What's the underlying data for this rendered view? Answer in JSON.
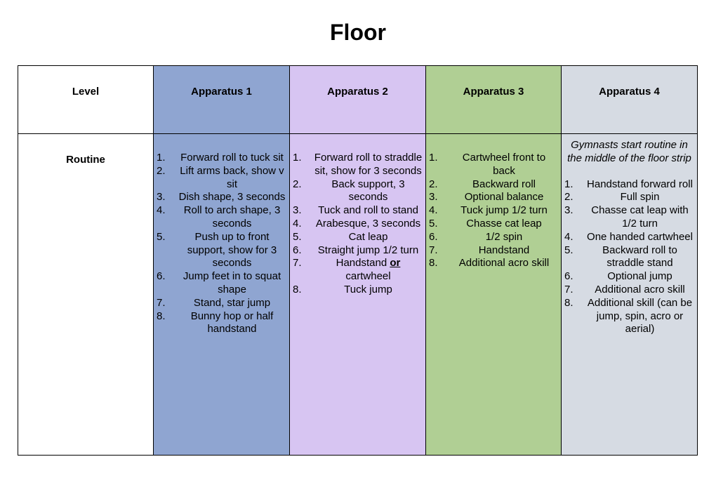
{
  "title": "Floor",
  "table": {
    "headers": {
      "level": "Level",
      "apparatus1": "Apparatus 1",
      "apparatus2": "Apparatus 2",
      "apparatus3": "Apparatus 3",
      "apparatus4": "Apparatus 4"
    },
    "row_label": "Routine",
    "apparatus1": [
      {
        "num": "1.",
        "text": "Forward roll to tuck sit"
      },
      {
        "num": "2.",
        "text": "Lift arms back, show v sit"
      },
      {
        "num": "3.",
        "text": "Dish shape, 3 seconds"
      },
      {
        "num": "4.",
        "text": "Roll to arch shape, 3 seconds"
      },
      {
        "num": "5.",
        "text": "Push up to front support, show for 3 seconds"
      },
      {
        "num": "6.",
        "text": "Jump feet in to squat shape"
      },
      {
        "num": "7.",
        "text": "Stand, star jump"
      },
      {
        "num": "8.",
        "text": "Bunny hop or half handstand"
      }
    ],
    "apparatus2": [
      {
        "num": "1.",
        "text": "Forward roll to straddle sit, show for 3 seconds"
      },
      {
        "num": "2.",
        "text": "Back support, 3 seconds"
      },
      {
        "num": "3.",
        "text": "Tuck and roll to stand"
      },
      {
        "num": "4.",
        "text": "Arabesque, 3 seconds"
      },
      {
        "num": "5.",
        "text": "Cat leap"
      },
      {
        "num": "6.",
        "text": "Straight jump 1/2 turn"
      },
      {
        "num": "7.",
        "text_before": "Handstand ",
        "text_emph": "or",
        "text_after": " cartwheel"
      },
      {
        "num": "8.",
        "text": "Tuck jump"
      }
    ],
    "apparatus3": [
      {
        "num": "1.",
        "text": "Cartwheel front to back"
      },
      {
        "num": "2.",
        "text": "Backward roll"
      },
      {
        "num": "3.",
        "text": "Optional balance"
      },
      {
        "num": "4.",
        "text": "Tuck jump 1/2 turn"
      },
      {
        "num": "5.",
        "text": "Chasse cat leap"
      },
      {
        "num": "6.",
        "text": "1/2 spin"
      },
      {
        "num": "7.",
        "text": "Handstand"
      },
      {
        "num": "8.",
        "text": "Additional acro skill"
      }
    ],
    "apparatus4_intro": "Gymnasts start routine in the middle of the floor strip",
    "apparatus4": [
      {
        "num": "1.",
        "text": "Handstand forward roll"
      },
      {
        "num": "2.",
        "text": "Full spin"
      },
      {
        "num": "3.",
        "text": "Chasse cat leap with 1/2 turn"
      },
      {
        "num": "4.",
        "text": "One handed cartwheel"
      },
      {
        "num": "5.",
        "text": "Backward roll to straddle stand"
      },
      {
        "num": "6.",
        "text": "Optional jump"
      },
      {
        "num": "7.",
        "text": "Additional acro skill"
      },
      {
        "num": "8.",
        "text": "Additional skill (can be jump, spin, acro or aerial)"
      }
    ]
  },
  "colors": {
    "apparatus1": "#8fa5d1",
    "apparatus2": "#d7c5f2",
    "apparatus3": "#b0cf94",
    "apparatus4": "#d6dbe3"
  }
}
